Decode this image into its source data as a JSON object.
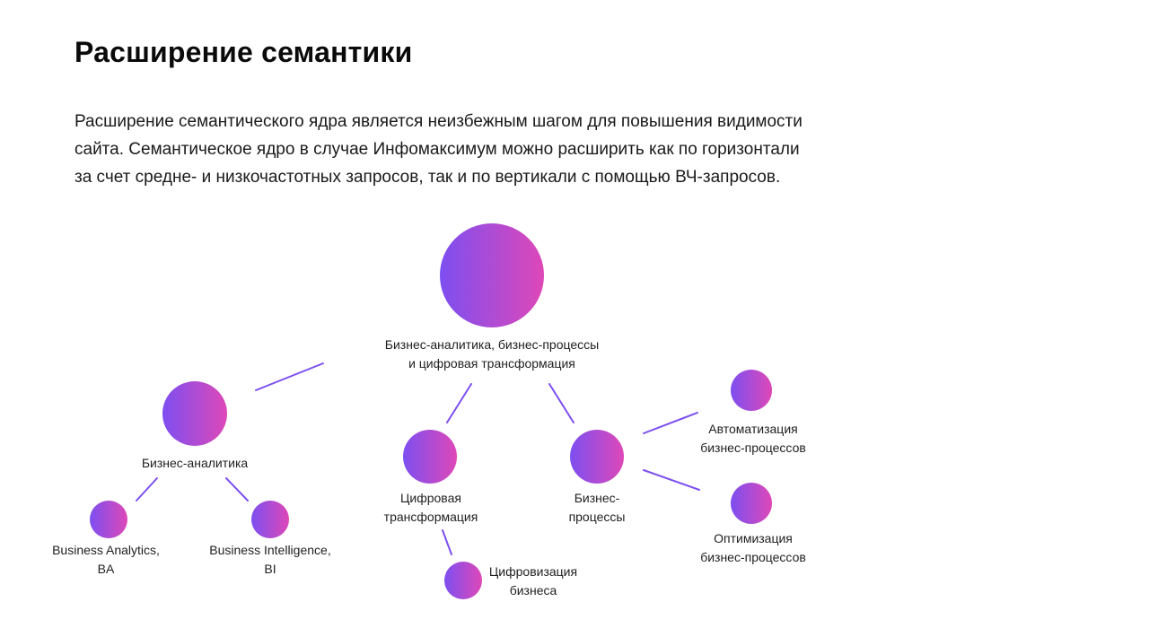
{
  "page": {
    "title": "Расширение семантики",
    "intro_lines": [
      "Расширение семантического ядра является неизбежным шагом для повышения видимости",
      "сайта. Семантическое ядро в случае Инфомаксимум можно расширить как по горизонтали",
      "за счет средне- и низкочастотных запросов, так и по вертикали с помощью ВЧ-запросов."
    ]
  },
  "colors": {
    "gradient_start": "#7d4ff0",
    "gradient_end": "#de48b8",
    "connector": "#7d4ff0",
    "text": "#1f1f1f"
  },
  "diagram": {
    "root": {
      "label_lines": [
        "Бизнес-аналитика, бизнес-процессы",
        "и цифровая трансформация"
      ]
    },
    "nodes": {
      "business_analytics": {
        "label_lines": [
          "Бизнес-аналитика"
        ]
      },
      "ba": {
        "label_lines": [
          "Business Analytics,",
          "BA"
        ]
      },
      "bi": {
        "label_lines": [
          "Business Intelligence,",
          "BI"
        ]
      },
      "digital_transformation": {
        "label_lines": [
          "Цифровая",
          "трансформация"
        ]
      },
      "digitalization": {
        "label_lines": [
          "Цифровизация",
          "бизнеса"
        ]
      },
      "business_processes": {
        "label_lines": [
          "Бизнес-",
          "процессы"
        ]
      },
      "automation": {
        "label_lines": [
          "Автоматизация",
          "бизнес-процессов"
        ]
      },
      "optimization": {
        "label_lines": [
          "Оптимизация",
          "бизнес-процессов"
        ]
      }
    }
  }
}
